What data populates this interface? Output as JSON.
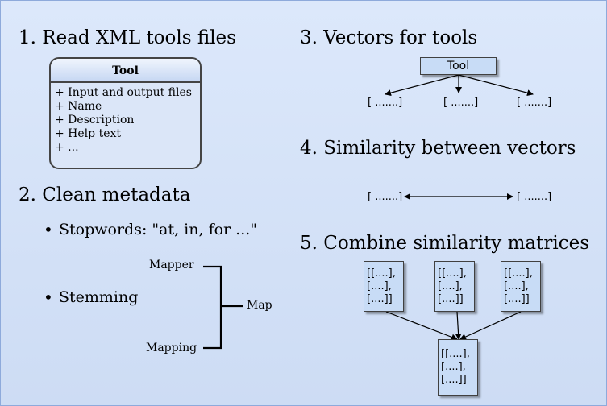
{
  "sections": {
    "s1": "1. Read XML tools files",
    "s2": "2. Clean metadata",
    "s3": "3. Vectors for tools",
    "s4": "4. Similarity between vectors",
    "s5": "5. Combine similarity matrices"
  },
  "uml": {
    "title": "Tool",
    "attributes": [
      "+ Input and output files",
      "+ Name",
      "+ Description",
      "+ Help text",
      "+ ..."
    ]
  },
  "clean": {
    "stopwords": "Stopwords: \"at, in, for ...\"",
    "stemming": "Stemming",
    "stem_inputs": [
      "Mapper",
      "Mapping"
    ],
    "stem_output": "Map"
  },
  "vectors": {
    "tool_label": "Tool",
    "vector_label": "[ .......]"
  },
  "matrix": {
    "rows": [
      "[[....],",
      "[....],",
      "[....]]"
    ]
  }
}
